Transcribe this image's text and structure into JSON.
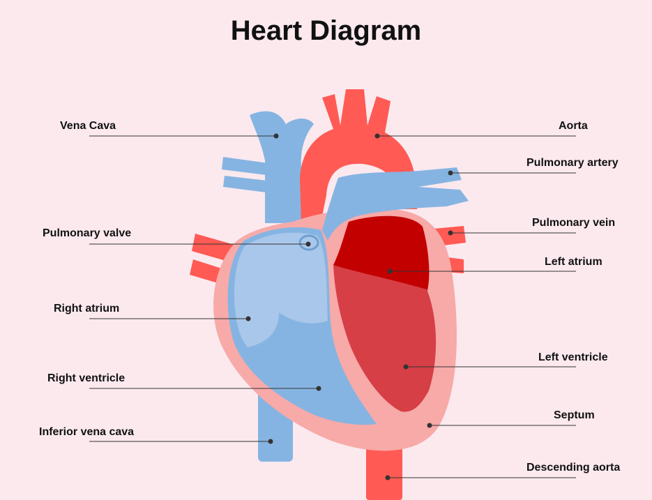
{
  "title": "Heart Diagram",
  "colors": {
    "background": "#fbe9ee",
    "blue": "#86b4e2",
    "light_blue": "#a9c7ea",
    "red": "#ff5a54",
    "dark_red": "#c20000",
    "mid_red": "#d63f46",
    "pink_wall": "#f7aaa8",
    "leader_line": "#333333"
  },
  "labels": {
    "vena_cava": "Vena Cava",
    "pulmonary_valve": "Pulmonary valve",
    "right_atrium": "Right atrium",
    "right_ventricle": "Right ventricle",
    "inferior_vena_cava": "Inferior vena cava",
    "aorta": "Aorta",
    "pulmonary_artery": "Pulmonary artery",
    "pulmonary_vein": "Pulmonary vein",
    "left_atrium": "Left atrium",
    "left_ventricle": "Left ventricle",
    "septum": "Septum",
    "descending_aorta": "Descending aorta"
  }
}
